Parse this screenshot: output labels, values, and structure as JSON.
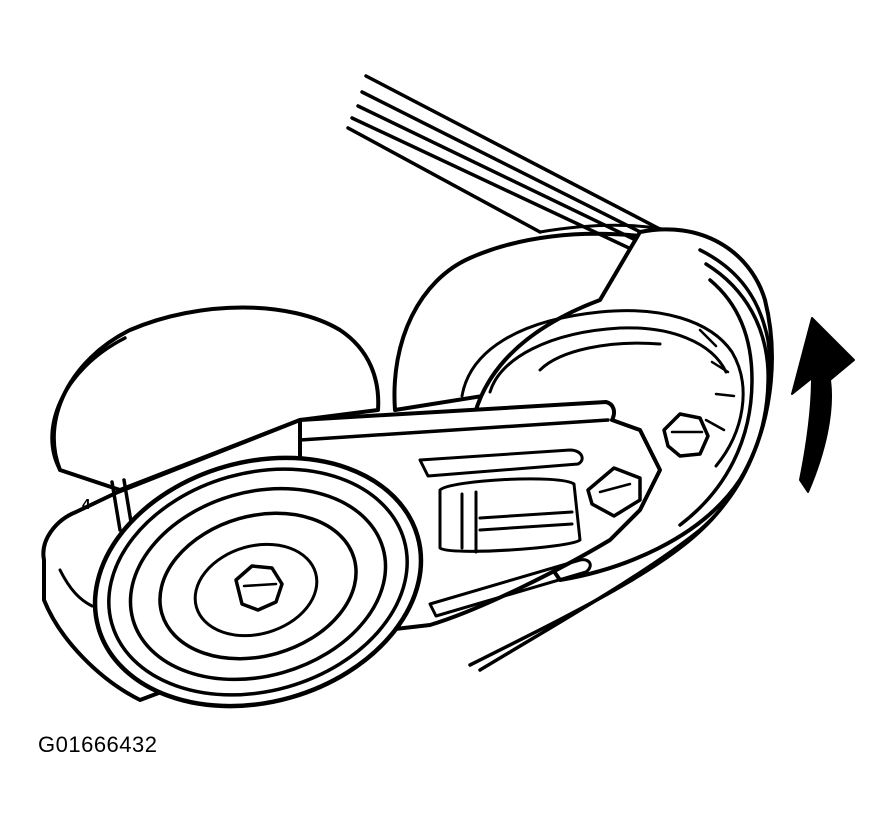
{
  "figure": {
    "id_label": "G01666432",
    "callout": "4",
    "ink_color": "#000000",
    "background": "#ffffff",
    "arrow": {
      "direction": "counter-clockwise-up"
    }
  }
}
